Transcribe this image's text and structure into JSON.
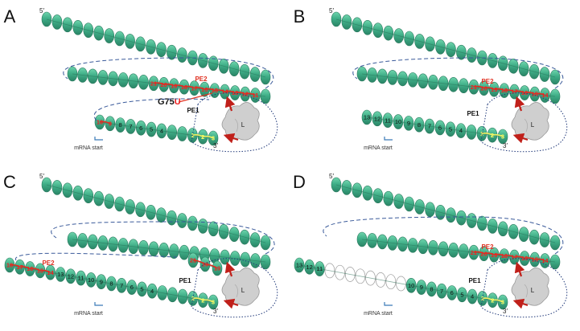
{
  "panels": [
    {
      "letter": "A",
      "five_prime": "5′",
      "three_prime": "3′",
      "pe2_label": "PE2",
      "pe1_label": "PE1",
      "mrna_start_label": "mRNA start",
      "ribosome_label": "L",
      "mutation_base": "G75",
      "mutation_sub": "U",
      "pe2_numbers": [
        "21",
        "20",
        "19",
        "18",
        "17",
        "16",
        "15",
        "14",
        "13",
        "12",
        "11"
      ],
      "lower_red_numbers": [
        "10",
        "9"
      ],
      "lower_black_numbers": [
        "8",
        "7",
        "6",
        "5",
        "4"
      ],
      "pe1_numbers": [
        "3",
        "2",
        "1"
      ]
    },
    {
      "letter": "B",
      "five_prime": "5′",
      "three_prime": "3′",
      "pe2_label": "PE2",
      "pe1_label": "PE1",
      "mrna_start_label": "mRNA start",
      "ribosome_label": "L",
      "pe2_numbers": [
        "21",
        "20",
        "19",
        "18",
        "17",
        "16",
        "15",
        "14"
      ],
      "lower_black_numbers": [
        "13",
        "12",
        "11",
        "10",
        "9",
        "8",
        "7",
        "6",
        "5",
        "4"
      ],
      "pe1_numbers": [
        "3",
        "2",
        "1"
      ]
    },
    {
      "letter": "C",
      "five_prime": "5′",
      "three_prime": "3′",
      "pe2_label": "PE2",
      "pe1_label": "PE1",
      "mrna_start_label": "mRNA start",
      "ribosome_label": "L",
      "upper_red_numbers": [
        "21",
        "20",
        "19"
      ],
      "pe2_numbers": [
        "18",
        "17",
        "16",
        "15",
        "14"
      ],
      "lower_black_numbers": [
        "13",
        "12",
        "11",
        "10",
        "9",
        "8",
        "7",
        "6",
        "5",
        "4"
      ],
      "pe1_numbers": [
        "3",
        "2",
        "1"
      ]
    },
    {
      "letter": "D",
      "five_prime": "5′",
      "three_prime": "3′",
      "pe2_label": "PE2",
      "pe1_label": "PE1",
      "mrna_start_label": "mRNA start",
      "ribosome_label": "L",
      "pe2_numbers": [
        "21",
        "20",
        "19",
        "18",
        "17",
        "16",
        "15",
        "14"
      ],
      "left_black_numbers": [
        "13",
        "12",
        "11"
      ],
      "lower_black_numbers": [
        "10",
        "9",
        "8",
        "7",
        "6",
        "5",
        "4"
      ],
      "pe1_numbers": [
        "3",
        "2",
        "1"
      ]
    }
  ],
  "colors": {
    "segment_fill": "#3fae87",
    "segment_edge": "#2a7a5e",
    "segment_highlight": "#5cc9a0",
    "pe_red": "#e03020",
    "pe1_yellow": "#f0f060",
    "loop_blue": "#3a5a9a",
    "arrow_red": "#c0201a",
    "ribosome_gray": "#cfcfcf"
  }
}
